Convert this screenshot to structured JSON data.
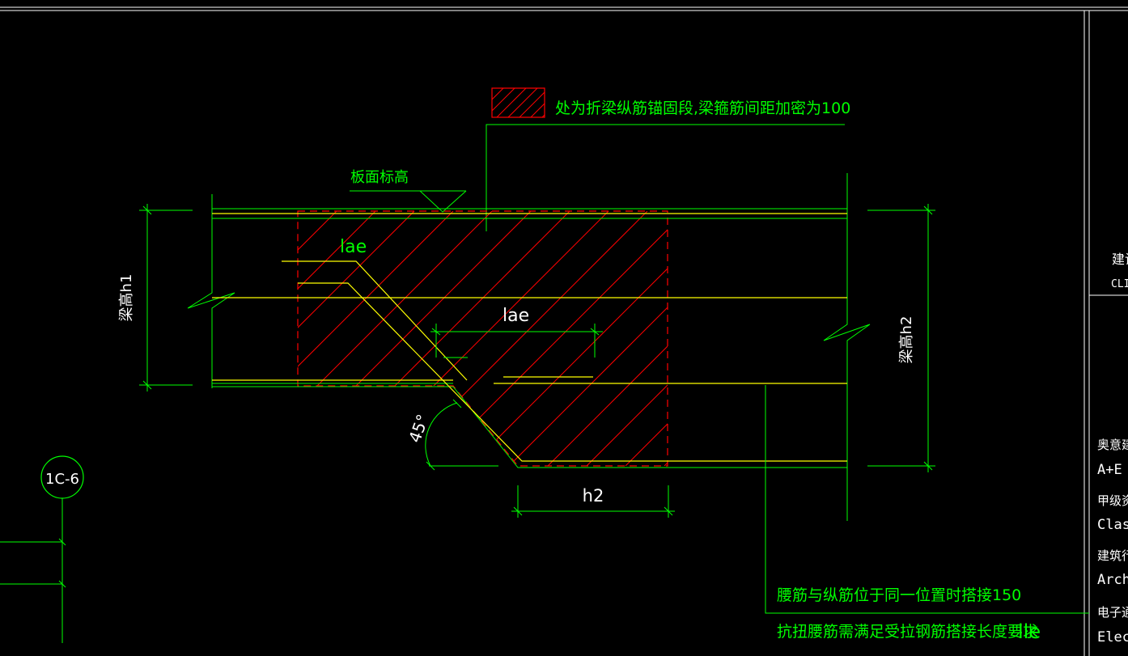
{
  "colors": {
    "background": "#000000",
    "green": "#00ff00",
    "yellow": "#ffff00",
    "red": "#ff0000",
    "white": "#ffffff"
  },
  "labels": {
    "legend_note": "处为折梁纵筋锚固段,梁箍筋间距加密为100",
    "slab_elevation": "板面标高",
    "lae_top": "lae",
    "lae_mid": "lae",
    "beam_h1": "梁高h1",
    "beam_h2": "梁高h2",
    "angle": "45°",
    "h2_dim": "h2",
    "detail_tag": "1C-6",
    "note_waist_1": "腰筋与纵筋位于同一位置时搭接150",
    "note_waist_2": "抗扭腰筋需满足受拉钢筋搭接长度要求",
    "lle": "lle"
  },
  "title_block": {
    "item_1": "建设",
    "item_1_en": "CLIE",
    "item_2": "奥意建",
    "item_2_en": "A+E",
    "item_3": "甲级资",
    "item_3_en": "Clas",
    "item_4": "建筑行",
    "item_4_en": "Arch",
    "item_5": "电子通",
    "item_5_en": "Elec"
  }
}
